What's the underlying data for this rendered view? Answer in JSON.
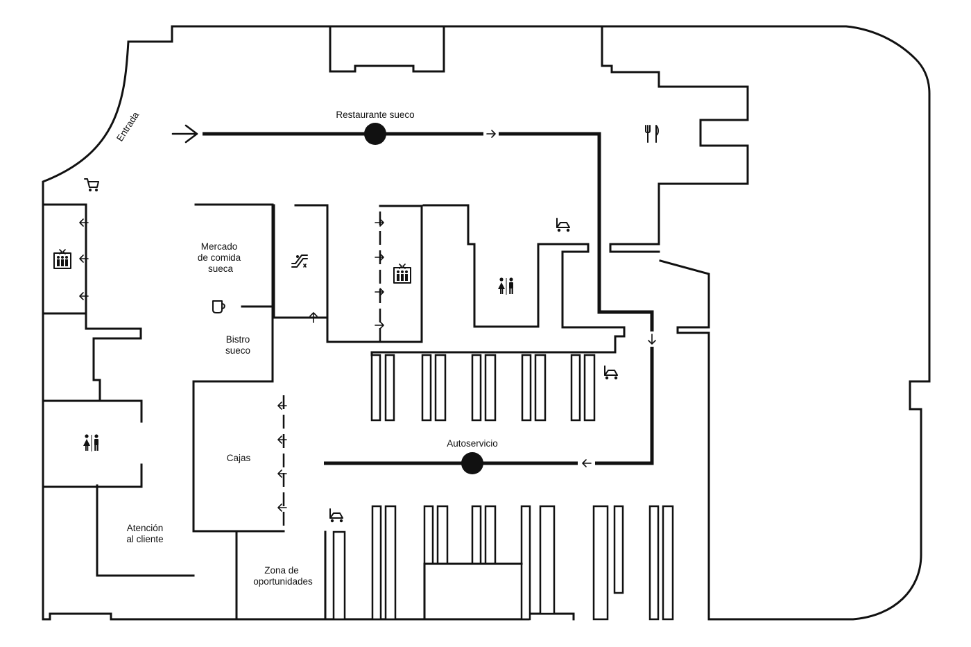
{
  "entrance_label": "Entrada",
  "route": {
    "top_station": "Restaurante sueco",
    "bottom_station": "Autoservicio"
  },
  "areas": {
    "food_market_line1": "Mercado",
    "food_market_line2": "de comida",
    "food_market_line3": "sueca",
    "bistro_line1": "Bistro",
    "bistro_line2": "sueco",
    "checkout": "Cajas",
    "customer_service_line1": "Atención",
    "customer_service_line2": "al cliente",
    "bargain_line1": "Zona de",
    "bargain_line2": "oportunidades"
  },
  "icons": {
    "restaurant": "fork-knife-icon",
    "cart": "shopping-cart-icon",
    "elevator": "elevator-icon",
    "escalator": "escalator-icon",
    "restroom": "restroom-icon",
    "coffee": "coffee-cup-icon",
    "trolley": "trolley-icon",
    "arrow": "arrow-icon"
  },
  "colors": {
    "line": "#111111",
    "background": "#ffffff"
  }
}
